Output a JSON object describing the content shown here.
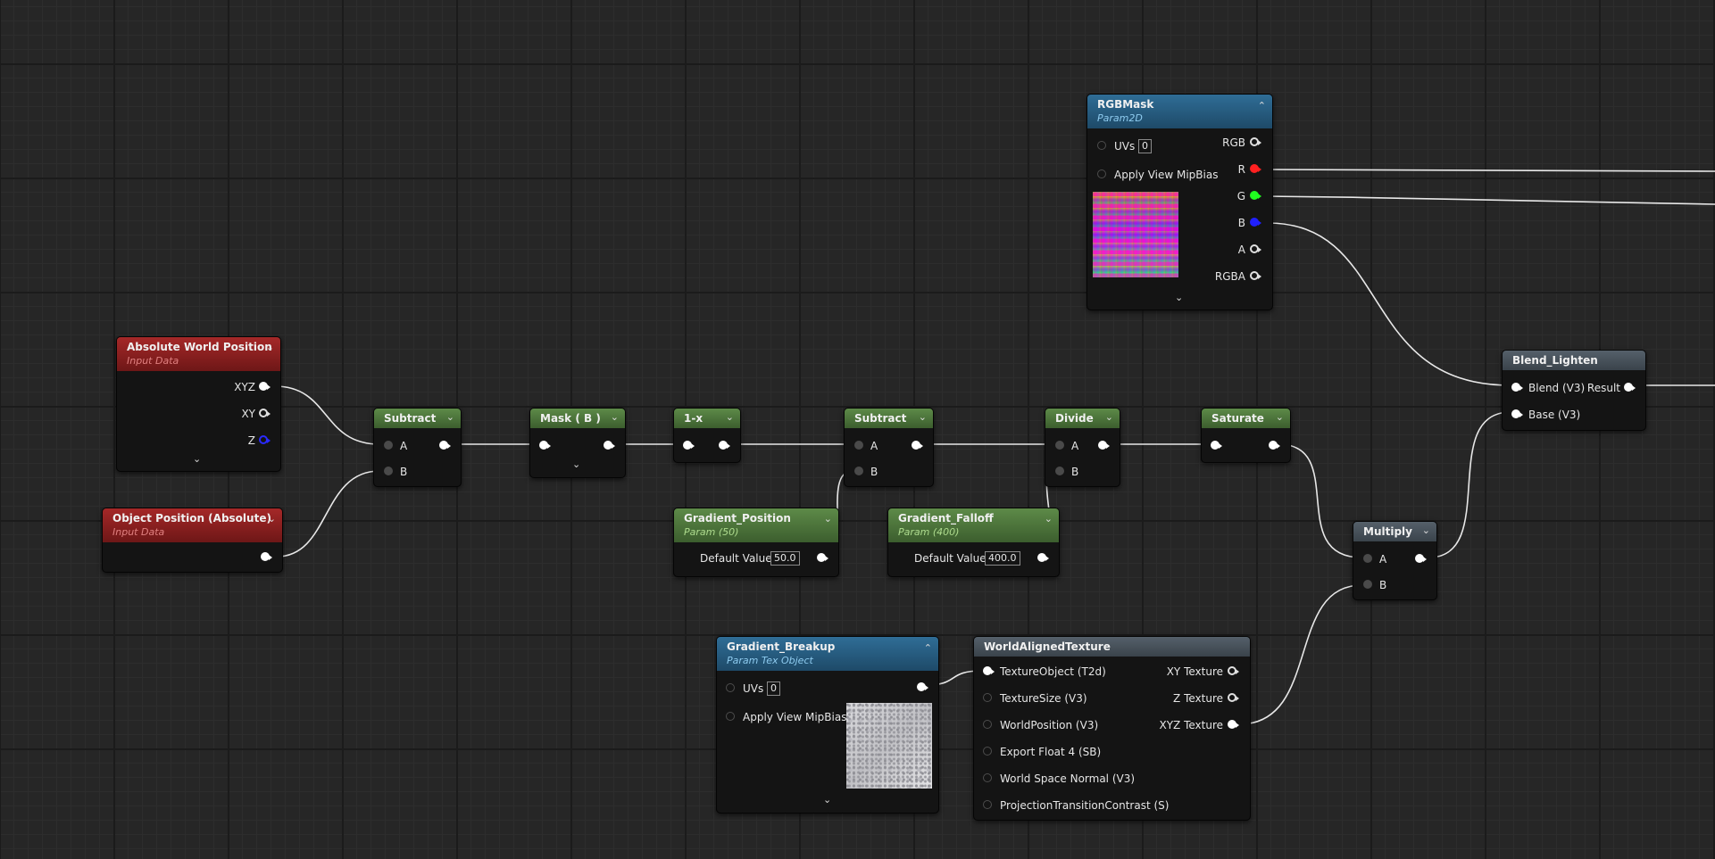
{
  "nodes": {
    "abs_world_pos": {
      "title": "Absolute World Position",
      "subtitle": "Input Data",
      "outputs": [
        "XYZ",
        "XY",
        "Z"
      ]
    },
    "obj_pos": {
      "title": "Object Position  (Absolute)",
      "subtitle": "Input Data"
    },
    "subtract1": {
      "title": "Subtract",
      "inputs": [
        "A",
        "B"
      ]
    },
    "mask": {
      "title": "Mask ( B )"
    },
    "one_minus": {
      "title": "1-x"
    },
    "subtract2": {
      "title": "Subtract",
      "inputs": [
        "A",
        "B"
      ]
    },
    "divide": {
      "title": "Divide",
      "inputs": [
        "A",
        "B"
      ]
    },
    "saturate": {
      "title": "Saturate"
    },
    "gradient_position": {
      "title": "Gradient_Position",
      "subtitle": "Param (50)",
      "default_label": "Default Value",
      "default_value": "50.0"
    },
    "gradient_falloff": {
      "title": "Gradient_Falloff",
      "subtitle": "Param (400)",
      "default_label": "Default Value",
      "default_value": "400.0"
    },
    "multiply": {
      "title": "Multiply",
      "inputs": [
        "A",
        "B"
      ]
    },
    "rgbmask": {
      "title": "RGBMask",
      "subtitle": "Param2D",
      "uvs_label": "UVs",
      "uvs_value": "0",
      "mip_label": "Apply View MipBias",
      "outputs": [
        "RGB",
        "R",
        "G",
        "B",
        "A",
        "RGBA"
      ]
    },
    "blend_lighten": {
      "title": "Blend_Lighten",
      "inputs": [
        "Blend (V3)",
        "Base (V3)"
      ],
      "output": "Result"
    },
    "gradient_breakup": {
      "title": "Gradient_Breakup",
      "subtitle": "Param Tex Object",
      "uvs_label": "UVs",
      "uvs_value": "0",
      "mip_label": "Apply View MipBias"
    },
    "world_aligned_texture": {
      "title": "WorldAlignedTexture",
      "inputs": [
        "TextureObject (T2d)",
        "TextureSize (V3)",
        "WorldPosition (V3)",
        "Export Float 4 (SB)",
        "World Space Normal (V3)",
        "ProjectionTransitionContrast (S)"
      ],
      "outputs": [
        "XY Texture",
        "Z Texture",
        "XYZ Texture"
      ]
    }
  },
  "colors": {
    "input_header": "#a52828",
    "param_header": "#5d8a48",
    "texture_header": "#2f6d96",
    "function_header": "#55606a",
    "wire": "#e8e8e8",
    "pin_r": "#ff2020",
    "pin_g": "#20ff20",
    "pin_b": "#2020ff"
  }
}
